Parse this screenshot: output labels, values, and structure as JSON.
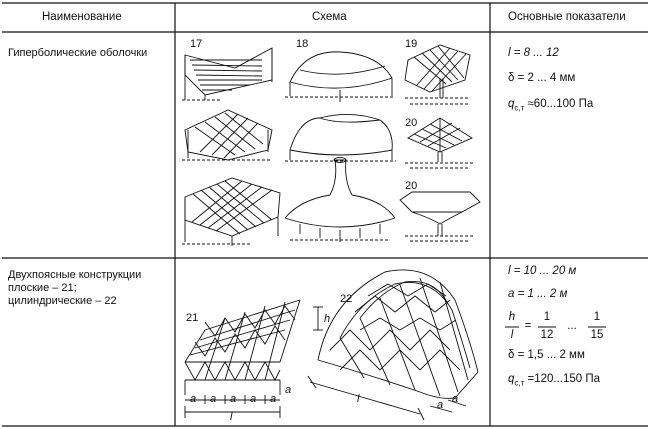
{
  "header": {
    "col_name": "Наименование",
    "col_scheme": "Схема",
    "col_indicators": "Основные показатели"
  },
  "rows": [
    {
      "name": "Гиперболические оболочки",
      "fig_numbers": [
        "17",
        "18",
        "19",
        "20",
        "20"
      ],
      "indicators": {
        "l": "l = 8 ... 12",
        "delta": "δ = 2 ... 4 мм",
        "q_sym": "q",
        "q_sub": "с,т",
        "q_val": "≈60...100 Па"
      }
    },
    {
      "name_line1": "Двухпоясные  конструкции",
      "name_line2": "плоские – 21;",
      "name_line3": "цилиндрические – 22",
      "fig_numbers": [
        "21",
        "22"
      ],
      "labels": {
        "h": "h",
        "a": "a",
        "l": "l"
      },
      "indicators": {
        "l": "l = 10 ... 20 м",
        "a": "a = 1 ... 2 м",
        "h_over_l_num": "h",
        "h_over_l_den": "l",
        "eq": "=",
        "f1_num": "1",
        "f1_den": "12",
        "dots": "...",
        "f2_num": "1",
        "f2_den": "15",
        "delta": "δ = 1,5 ... 2 мм",
        "q_sym": "q",
        "q_sub": "с,т",
        "q_val": "=120...150 Па"
      }
    }
  ]
}
